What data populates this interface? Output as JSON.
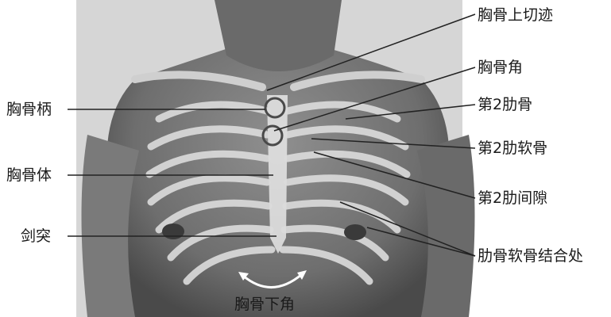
{
  "labels_left": {
    "manubrium": "胸骨柄",
    "body": "胸骨体",
    "xiphoid": "剑突"
  },
  "labels_right": {
    "jugular_notch": "胸骨上切迹",
    "sternal_angle": "胸骨角",
    "rib2": "第2肋骨",
    "cartilage2": "第2肋软骨",
    "intercostal2": "第2肋间隙",
    "costochondral": "肋骨软骨结合处"
  },
  "labels_bottom": {
    "infrasternal_angle": "胸骨下角"
  }
}
